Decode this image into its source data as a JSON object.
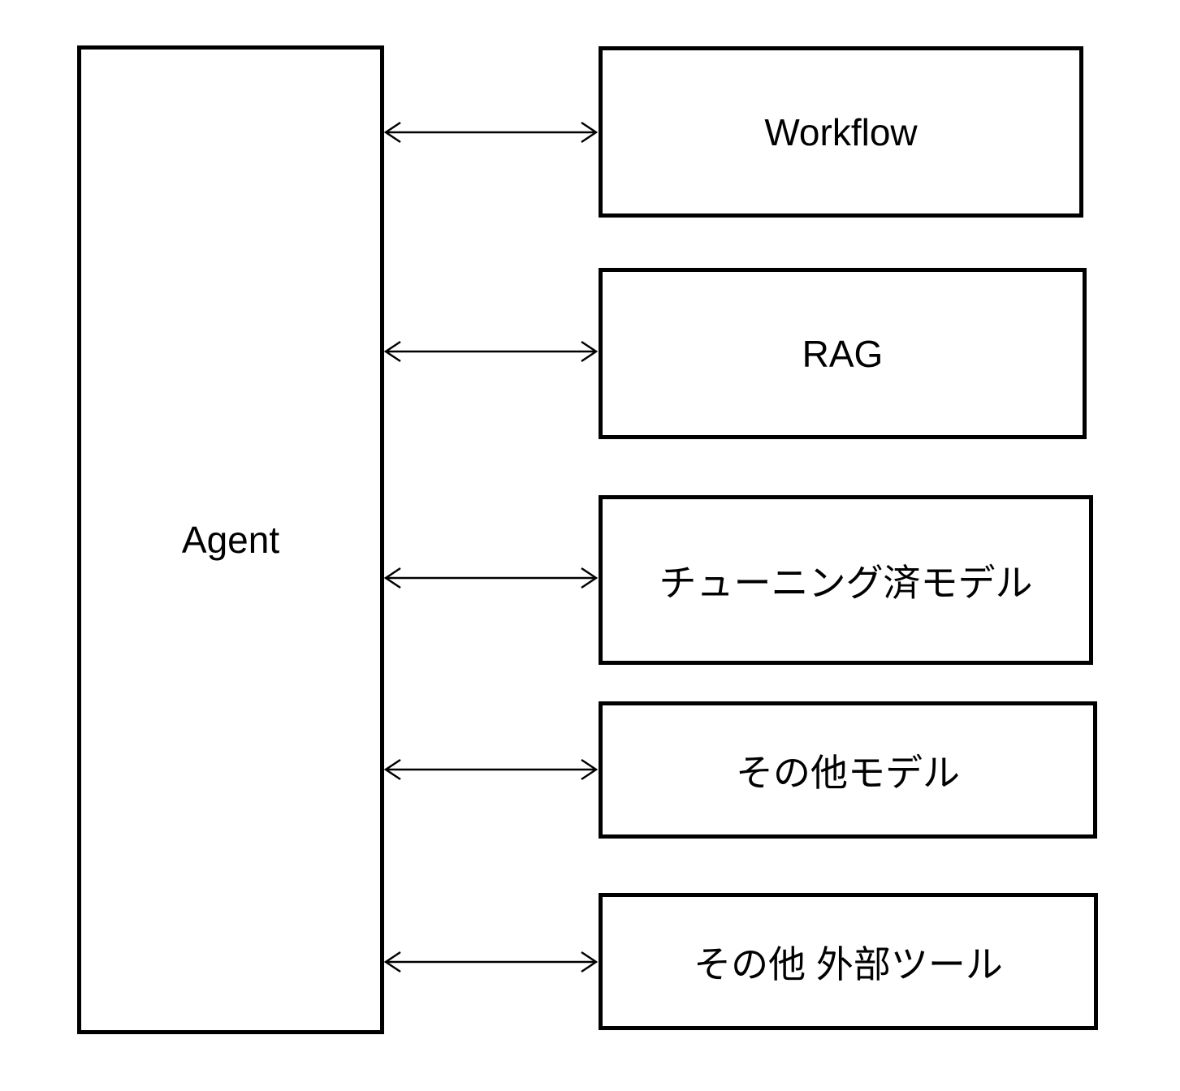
{
  "diagram": {
    "agent": {
      "label": "Agent"
    },
    "targets": [
      {
        "label": "Workflow"
      },
      {
        "label": "RAG"
      },
      {
        "label": "チューニング済モデル"
      },
      {
        "label": "その他モデル"
      },
      {
        "label": "その他 外部ツール"
      }
    ],
    "colors": {
      "stroke": "#000000",
      "background": "#ffffff",
      "text": "#000000"
    },
    "connector_type": "bidirectional-arrow"
  }
}
